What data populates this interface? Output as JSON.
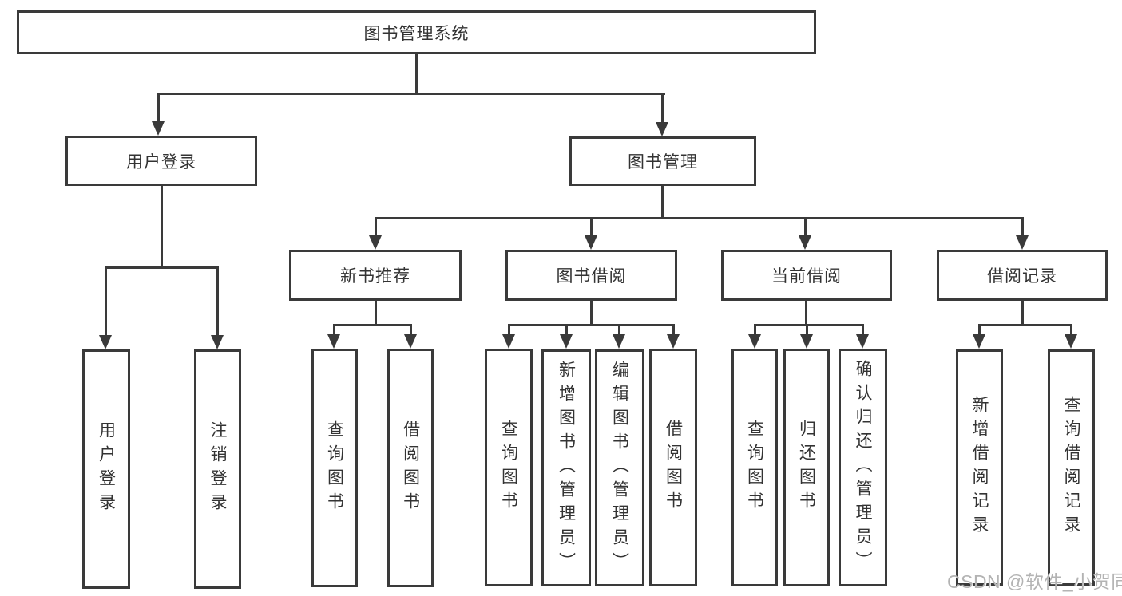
{
  "diagram": {
    "root": {
      "label": "图书管理系统"
    },
    "branches": [
      {
        "label": "用户登录",
        "children": [
          {
            "label": "用户登录"
          },
          {
            "label": "注销登录"
          }
        ]
      },
      {
        "label": "图书管理",
        "children": [
          {
            "label": "新书推荐",
            "children": [
              {
                "label": "查询图书"
              },
              {
                "label": "借阅图书"
              }
            ]
          },
          {
            "label": "图书借阅",
            "children": [
              {
                "label": "查询图书"
              },
              {
                "label": "新增图书（管理员）"
              },
              {
                "label": "编辑图书（管理员）"
              },
              {
                "label": "借阅图书"
              }
            ]
          },
          {
            "label": "当前借阅",
            "children": [
              {
                "label": "查询图书"
              },
              {
                "label": "归还图书"
              },
              {
                "label": "确认归还（管理员）"
              }
            ]
          },
          {
            "label": "借阅记录",
            "children": [
              {
                "label": "新增借阅记录"
              },
              {
                "label": "查询借阅记录"
              }
            ]
          }
        ]
      }
    ]
  },
  "watermark": {
    "text": "CSDN @软件_小贺同学"
  },
  "colors": {
    "background": "#ffffff",
    "box_border": "#3a3a3a",
    "line": "#3a3a3a",
    "text": "#333333",
    "watermark": "#b3b3b3"
  }
}
